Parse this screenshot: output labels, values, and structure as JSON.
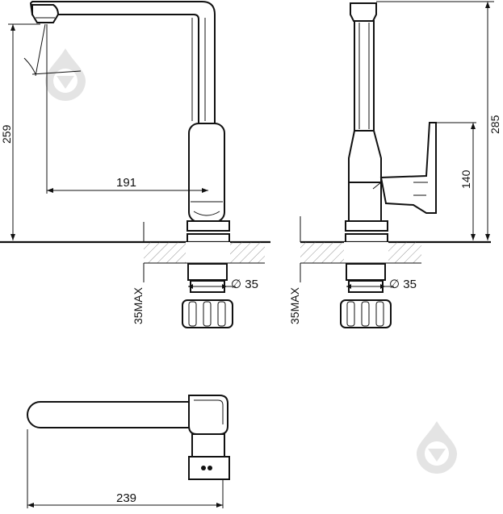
{
  "dimensions": {
    "spout_height": "259",
    "total_height": "285",
    "spout_reach": "191",
    "lever_height": "140",
    "footprint_length": "239",
    "thread_diameter_left": "35",
    "thread_diameter_right": "35",
    "mount_thickness_left": "35MAX",
    "mount_thickness_right": "35MAX",
    "diameter_symbol": "∅"
  },
  "icons": {
    "watermark_top": "droplet-watermark-icon",
    "watermark_bottom": "droplet-watermark-icon"
  },
  "colors": {
    "line": "#111111",
    "watermark": "#e4e4e4"
  }
}
